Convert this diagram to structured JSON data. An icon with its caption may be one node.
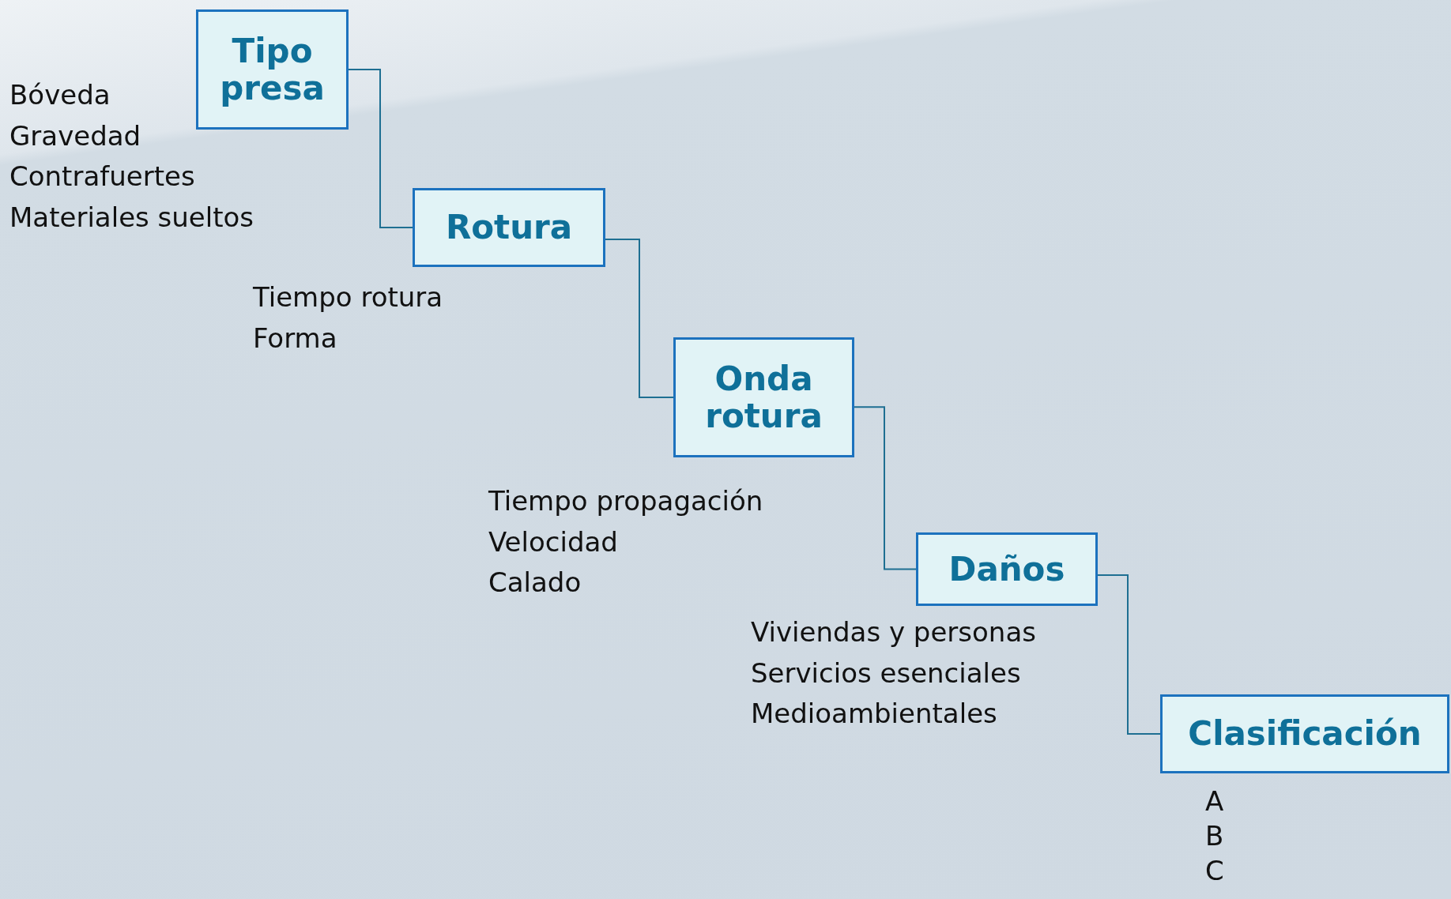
{
  "diagram": {
    "nodes": [
      {
        "text": [
          "Tipo presa"
        ],
        "beside": [
          "Bóveda",
          "Gravedad",
          "Contrafuertes",
          "Materiales sueltos"
        ]
      },
      {
        "text": [
          "Rotura"
        ],
        "beside": [
          "Tiempo rotura",
          "Forma"
        ]
      },
      {
        "text": [
          "Onda rotura"
        ],
        "beside": [
          "Tiempo propagación",
          "Velocidad",
          "Calado"
        ]
      },
      {
        "text": [
          "Daños"
        ],
        "beside": [
          "Viviendas y personas",
          "Servicios esenciales",
          "Medioambientales"
        ]
      },
      {
        "text": [
          "Clasificación"
        ],
        "beside": [
          "A",
          "B",
          "C"
        ]
      }
    ],
    "edges": [
      {
        "from": 0,
        "to": 1,
        "arrow": "none"
      },
      {
        "from": 1,
        "to": 2,
        "arrow": "none"
      },
      {
        "from": 2,
        "to": 3,
        "arrow": "none"
      },
      {
        "from": 3,
        "to": 4,
        "arrow": "none"
      }
    ]
  }
}
